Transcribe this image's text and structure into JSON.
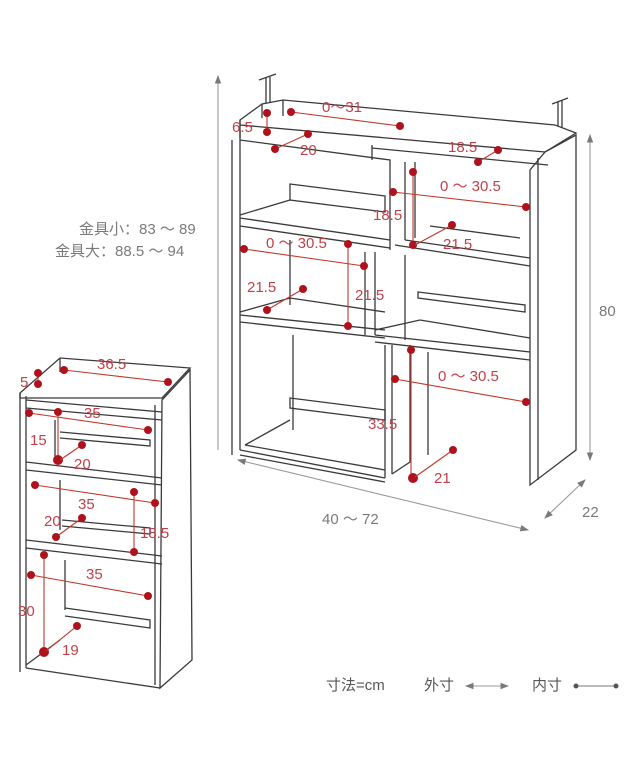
{
  "large_unit": {
    "external": {
      "height": "80",
      "depth": "22",
      "width": "40 ～ 72",
      "fitting_small": "金具小：83 ～ 89",
      "fitting_large": "金具大：88.5 ～ 94"
    },
    "internal": {
      "top_rail_height": "6.5",
      "top_width": "0～31",
      "top_depth": "20",
      "right_top_depth": "18.5",
      "right_upper_width": "0 ～ 30.5",
      "left_upper_height": "18.5",
      "right_upper_depth": "21.5",
      "left_mid_width": "0 ～ 30.5",
      "left_mid_depth": "21.5",
      "left_mid_height": "21.5",
      "right_lower_width": "0 ～ 30.5",
      "lower_height": "33.5",
      "bottom_depth": "21"
    }
  },
  "small_unit": {
    "top_width": "36.5",
    "top_rail_height": "5",
    "upper_width": "35",
    "upper_height": "15",
    "upper_depth": "20",
    "middle_width": "35",
    "middle_depth": "20",
    "middle_height": "18.5",
    "lower_width": "35",
    "lower_height": "30",
    "lower_depth": "19"
  },
  "legend": {
    "unit": "寸法=cm",
    "external_label": "外寸",
    "internal_label": "内寸"
  },
  "colors": {
    "dimension_red": "#c0414a",
    "dot_red": "#b0121d",
    "outline": "#3a3a3a",
    "external_gray": "#7a7a7a"
  }
}
